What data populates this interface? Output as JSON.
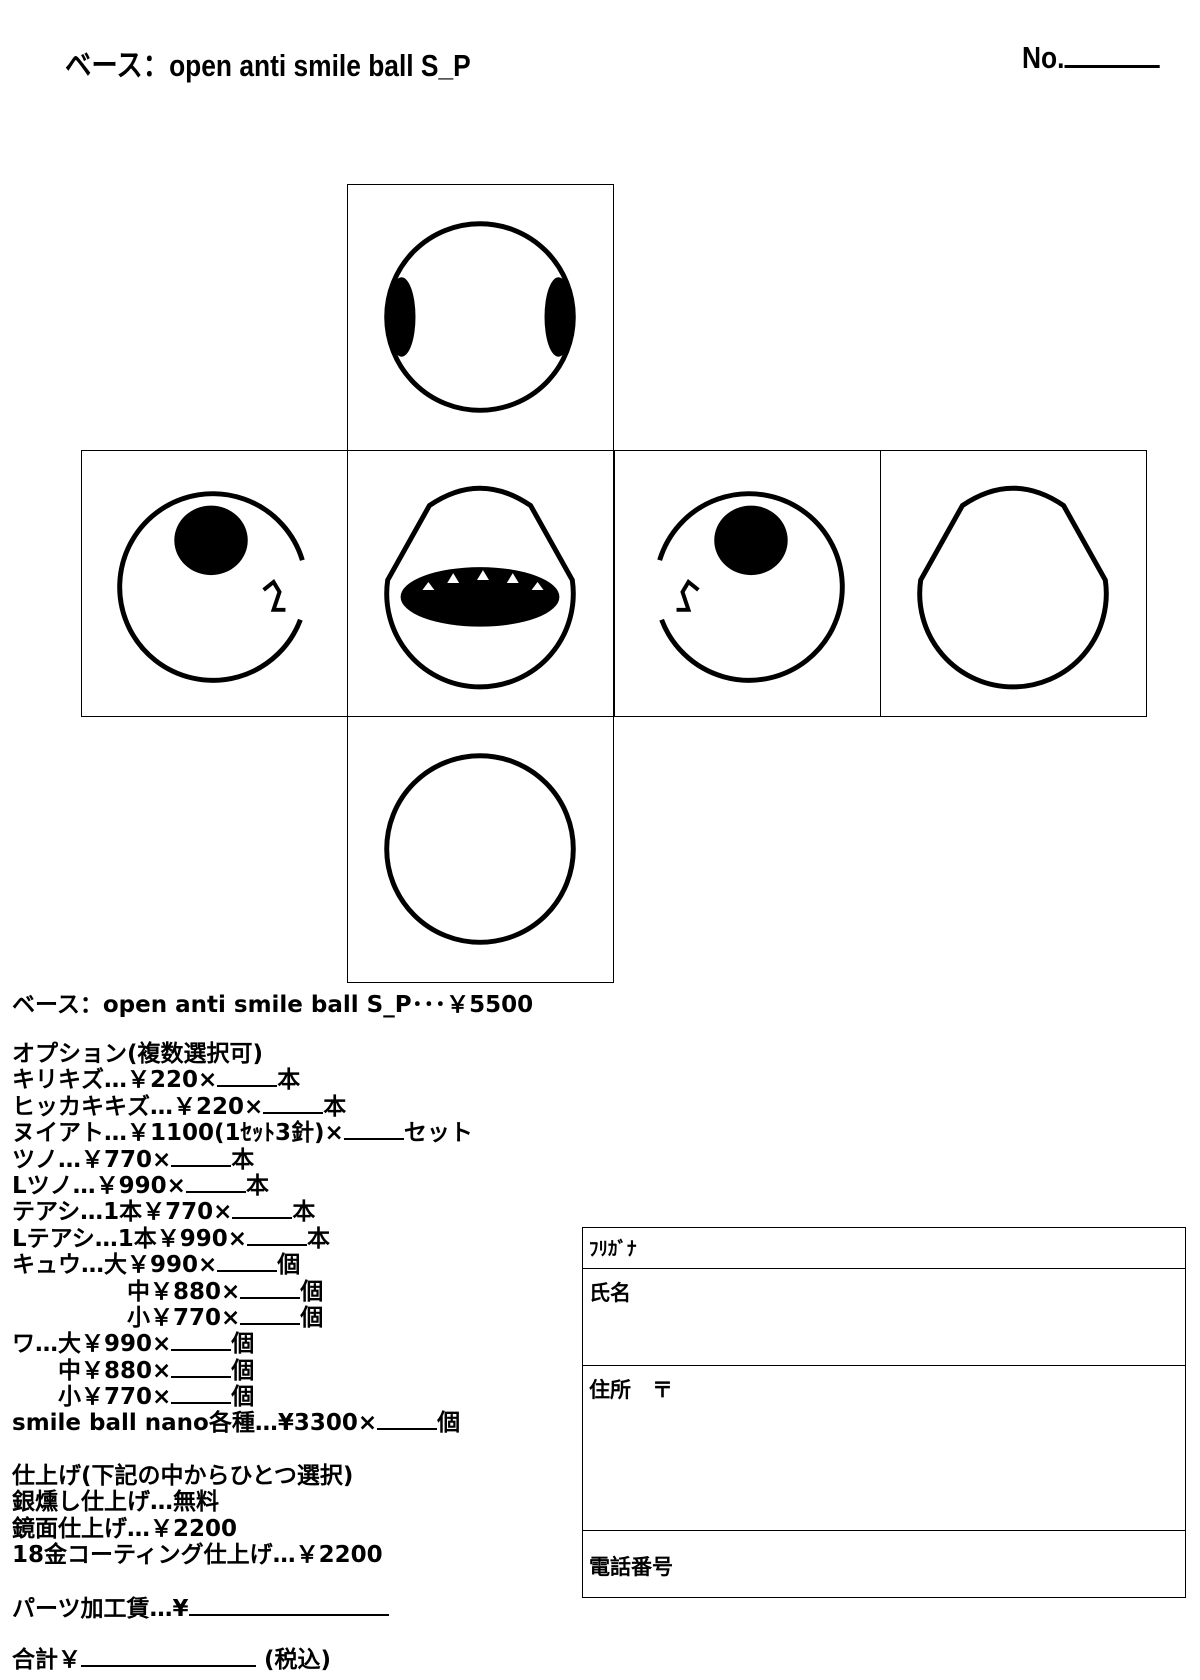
{
  "header": {
    "title": "ベース：open anti smile ball S_P",
    "number_label": "No."
  },
  "net": {
    "faces": [
      {
        "name": "top",
        "icon": "face-top-side-eyes"
      },
      {
        "name": "left",
        "icon": "face-left-eye"
      },
      {
        "name": "front",
        "icon": "face-front-mouth"
      },
      {
        "name": "right",
        "icon": "face-right-eye"
      },
      {
        "name": "back",
        "icon": "face-back-blank"
      },
      {
        "name": "bottom",
        "icon": "face-bottom-blank"
      }
    ]
  },
  "base_line": {
    "label": "ベース：open anti smile ball S_P･･･￥5500"
  },
  "options": {
    "heading": "オプション(複数選択可)",
    "items": [
      {
        "pre": "キリキズ…￥220×",
        "unit": "本"
      },
      {
        "pre": "ヒッカキキズ…￥220×",
        "unit": "本"
      },
      {
        "pre": "ヌイアト…￥1100(1ｾｯﾄ3針)×",
        "unit": "セット"
      },
      {
        "pre": "ツノ…￥770×",
        "unit": "本"
      },
      {
        "pre": "Lツノ…￥990×",
        "unit": "本"
      },
      {
        "pre": "テアシ…1本￥770×",
        "unit": "本"
      },
      {
        "pre": "Lテアシ…1本￥990×",
        "unit": "本"
      },
      {
        "pre": "キュウ…大￥990×",
        "unit": "個"
      },
      {
        "pre": "　　　　　中￥880×",
        "unit": "個"
      },
      {
        "pre": "　　　　　小￥770×",
        "unit": "個"
      },
      {
        "pre": "ワ…大￥990×",
        "unit": "個"
      },
      {
        "pre": "　　中￥880×",
        "unit": "個"
      },
      {
        "pre": "　　小￥770×",
        "unit": "個"
      },
      {
        "pre": "smile ball nano各種…¥3300×",
        "unit": "個"
      }
    ]
  },
  "finish": {
    "heading": "仕上げ(下記の中からひとつ選択)",
    "items": [
      "銀燻し仕上げ…無料",
      "鏡面仕上げ…￥2200",
      "18金コーティング仕上げ…￥2200"
    ]
  },
  "processing_fee": {
    "label": "パーツ加工賃…¥"
  },
  "total": {
    "label": "合計￥",
    "suffix": "(税込)"
  },
  "form": {
    "furigana": "ﾌﾘｶﾞﾅ",
    "name": "氏名",
    "address": "住所　〒",
    "phone": "電話番号"
  }
}
